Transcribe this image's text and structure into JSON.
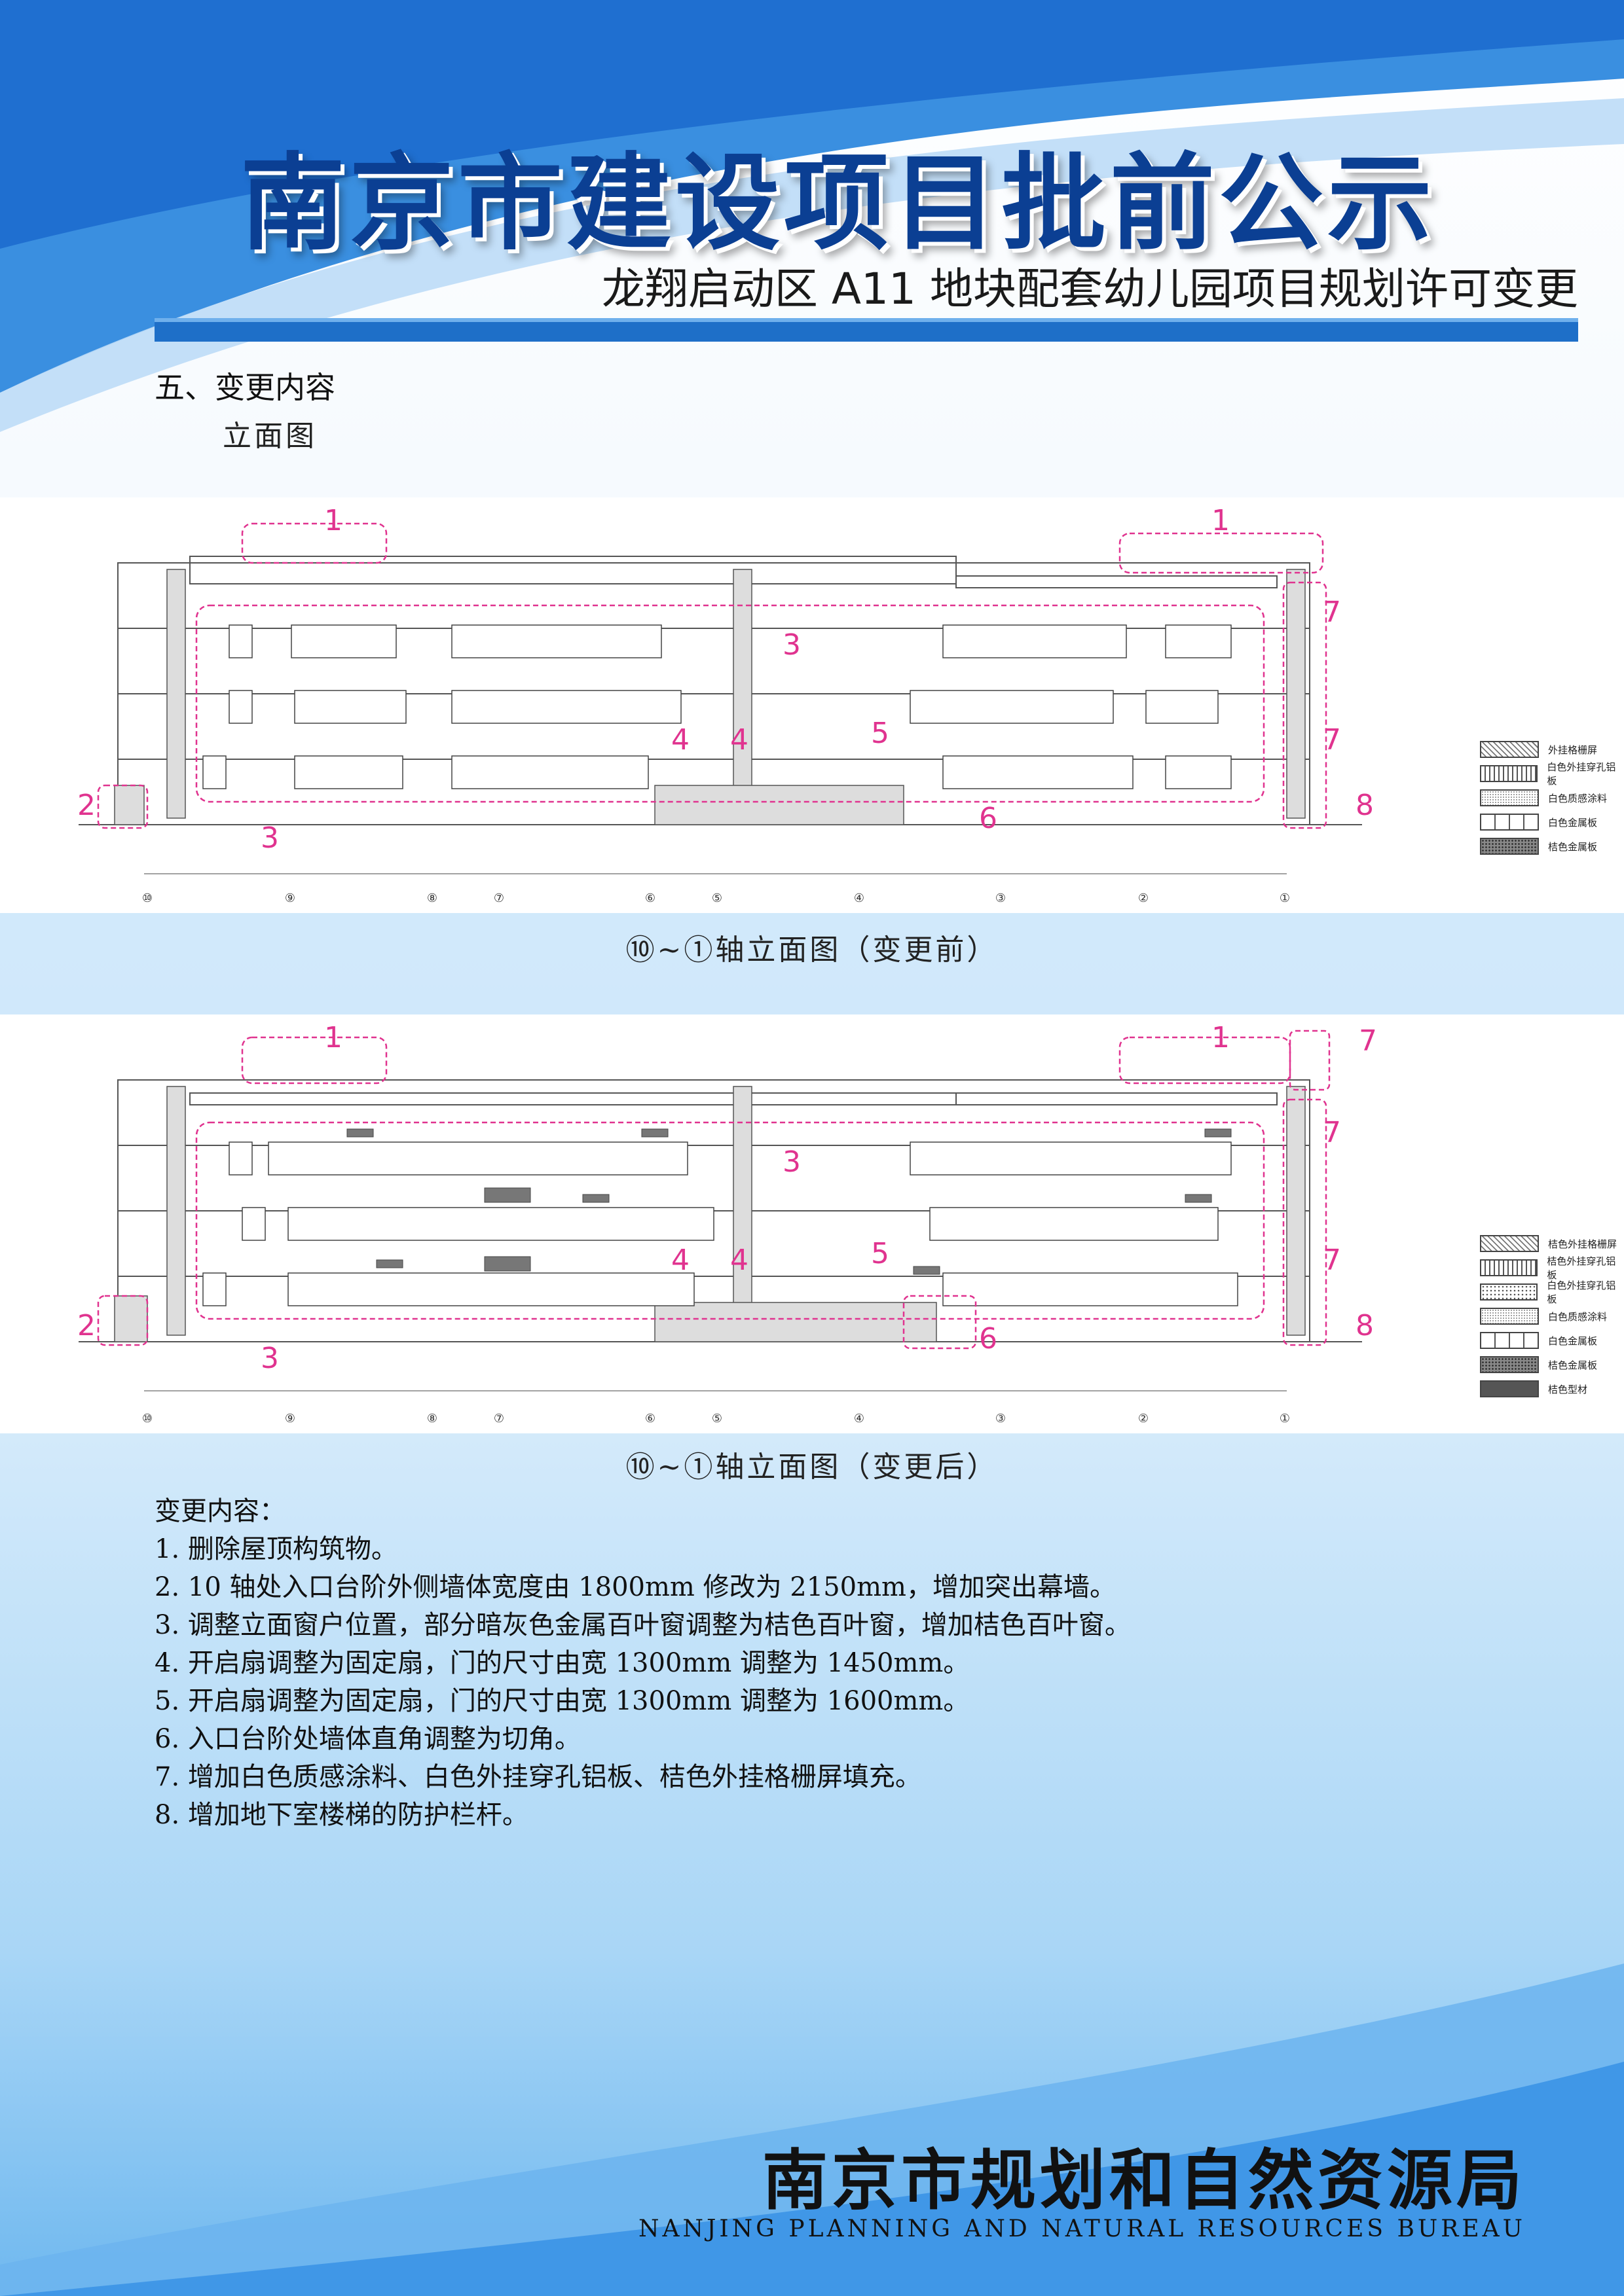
{
  "header": {
    "title": "南京市建设项目批前公示",
    "subtitle": "龙翔启动区 A11 地块配套幼儿园项目规划许可变更"
  },
  "section": {
    "heading": "五、变更内容",
    "subheading": "立面图"
  },
  "drawings": [
    {
      "caption": "⑩~①轴立面图（变更前）",
      "axis_labels": [
        "⑩",
        "⑨",
        "⑧",
        "⑦",
        "⑥",
        "⑤",
        "④",
        "③",
        "②",
        "①"
      ],
      "change_markers": [
        "1",
        "1",
        "2",
        "3",
        "3",
        "4",
        "4",
        "5",
        "6",
        "7",
        "7",
        "8"
      ],
      "legend": [
        "外挂格栅屏",
        "白色外挂穿孔铝板",
        "白色质感涂料",
        "白色金属板",
        "桔色金属板"
      ]
    },
    {
      "caption": "⑩~①轴立面图（变更后）",
      "axis_labels": [
        "⑩",
        "⑨",
        "⑧",
        "⑦",
        "⑥",
        "⑤",
        "④",
        "③",
        "②",
        "①"
      ],
      "change_markers": [
        "1",
        "1",
        "2",
        "3",
        "3",
        "4",
        "4",
        "5",
        "6",
        "7",
        "7",
        "7",
        "8"
      ],
      "legend": [
        "桔色外挂格栅屏",
        "桔色外挂穿孔铝板",
        "白色外挂穿孔铝板",
        "白色质感涂料",
        "白色金属板",
        "桔色金属板",
        "桔色型材"
      ]
    }
  ],
  "changes": {
    "title": "变更内容：",
    "items": [
      "1. 删除屋顶构筑物。",
      "2.  10 轴处入口台阶外侧墙体宽度由 1800mm 修改为 2150mm，增加突出幕墙。",
      "3. 调整立面窗户位置，部分暗灰色金属百叶窗调整为桔色百叶窗，增加桔色百叶窗。",
      "4. 开启扇调整为固定扇，门的尺寸由宽 1300mm 调整为 1450mm。",
      "5.  开启扇调整为固定扇，门的尺寸由宽 1300mm 调整为 1600mm。",
      "6. 入口台阶处墙体直角调整为切角。",
      "7.  增加白色质感涂料、白色外挂穿孔铝板、桔色外挂格栅屏填充。",
      "8.  增加地下室楼梯的防护栏杆。"
    ]
  },
  "footer": {
    "org_cn": "南京市规划和自然资源局",
    "org_en": "NANJING PLANNING AND NATURAL RESOURCES BUREAU"
  },
  "colors": {
    "title": "#0b3f93",
    "accent_bar": "#1e6fc8",
    "marker": "#e0338f"
  }
}
